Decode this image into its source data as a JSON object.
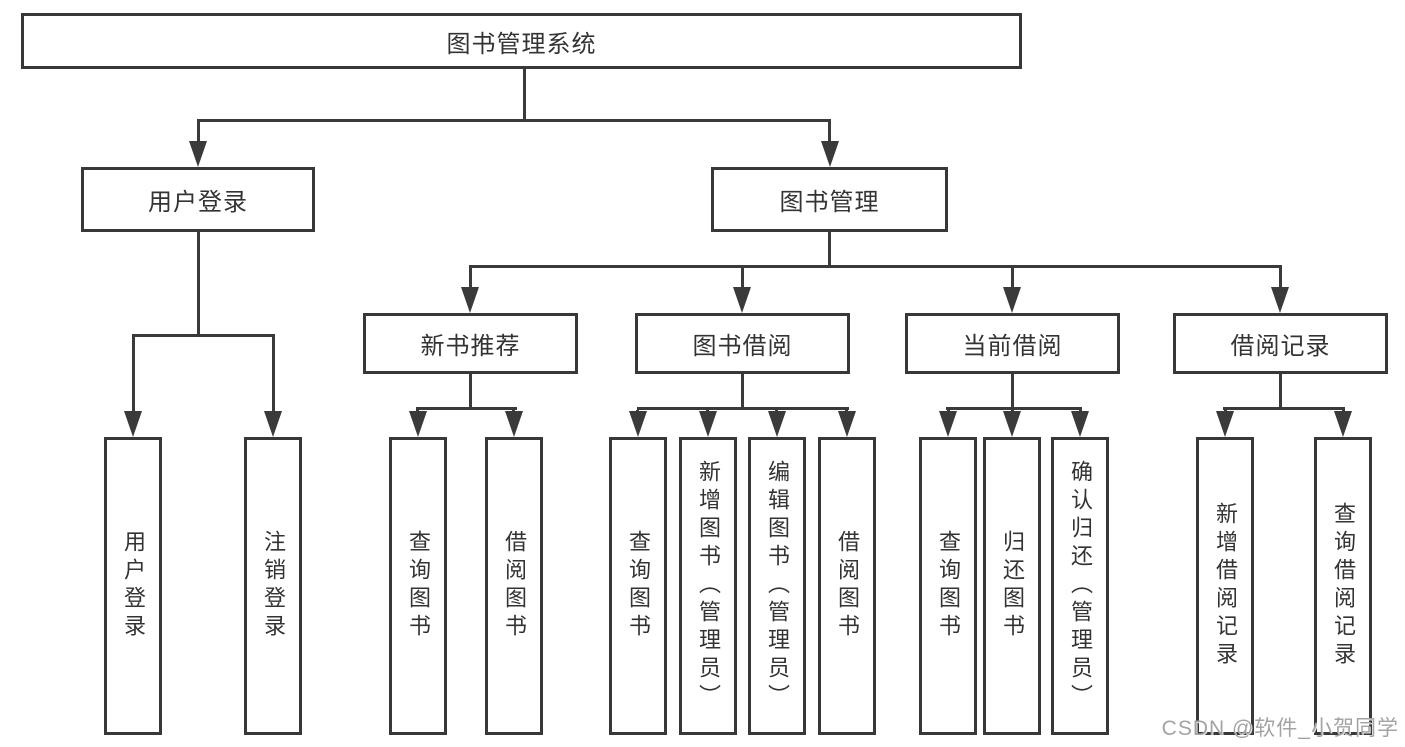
{
  "tree": {
    "root": {
      "label": "图书管理系统"
    },
    "branches": [
      {
        "label": "用户登录",
        "children": [
          "用户登录",
          "注销登录"
        ]
      },
      {
        "label": "图书管理",
        "groups": [
          {
            "label": "新书推荐",
            "children": [
              "查询图书",
              "借阅图书"
            ]
          },
          {
            "label": "图书借阅",
            "children": [
              "查询图书",
              "新增图书（管理员）",
              "编辑图书（管理员）",
              "借阅图书"
            ]
          },
          {
            "label": "当前借阅",
            "children": [
              "查询图书",
              "归还图书",
              "确认归还（管理员）"
            ]
          },
          {
            "label": "借阅记录",
            "children": [
              "新增借阅记录",
              "查询借阅记录"
            ]
          }
        ]
      }
    ]
  },
  "watermark": {
    "text": "CSDN @软件_小贺同学"
  },
  "colors": {
    "line": "#3a3a3a",
    "border": "#383838",
    "text": "#333333",
    "background": "#ffffff",
    "watermark": "#a3a3a3"
  }
}
